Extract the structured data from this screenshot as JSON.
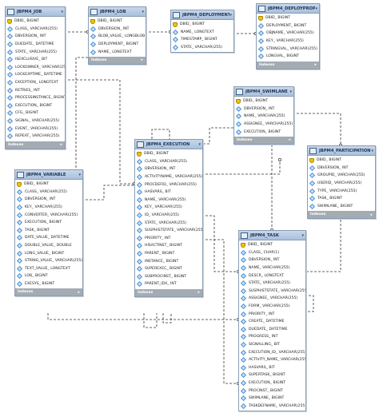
{
  "tables": [
    {
      "id": "job",
      "name": "JBPM4_JOB",
      "columns": [
        {
          "name": "DBID_ BIGINT",
          "kind": "pk"
        },
        {
          "name": "CLASS_ VARCHAR(255)",
          "kind": "attr"
        },
        {
          "name": "DBVERSION_ INT",
          "kind": "attr"
        },
        {
          "name": "DUEDATE_ DATETIME",
          "kind": "attr"
        },
        {
          "name": "STATE_ VARCHAR(255)",
          "kind": "attr"
        },
        {
          "name": "ISEXCLUSIVE_ BIT",
          "kind": "attr"
        },
        {
          "name": "LOCKOWNER_ VARCHAR(255)",
          "kind": "attr"
        },
        {
          "name": "LOCKEXPTIME_ DATETIME",
          "kind": "attr"
        },
        {
          "name": "EXCEPTION_ LONGTEXT",
          "kind": "attr"
        },
        {
          "name": "RETRIES_ INT",
          "kind": "attr"
        },
        {
          "name": "PROCESSINSTANCE_ BIGINT",
          "kind": "attr"
        },
        {
          "name": "EXECUTION_ BIGINT",
          "kind": "attr"
        },
        {
          "name": "CFG_ BIGINT",
          "kind": "attr"
        },
        {
          "name": "SIGNAL_ VARCHAR(255)",
          "kind": "attr"
        },
        {
          "name": "EVENT_ VARCHAR(255)",
          "kind": "attr"
        },
        {
          "name": "REPEAT_ VARCHAR(255)",
          "kind": "attr"
        }
      ],
      "footer": "Indexes"
    },
    {
      "id": "lob",
      "name": "JBPM4_LOB",
      "columns": [
        {
          "name": "DBID_ BIGINT",
          "kind": "pk"
        },
        {
          "name": "DBVERSION_ INT",
          "kind": "attr"
        },
        {
          "name": "BLOB_VALUE_ LONGBLOB",
          "kind": "attr"
        },
        {
          "name": "DEPLOYMENT_ BIGINT",
          "kind": "attr"
        },
        {
          "name": "NAME_ LONGTEXT",
          "kind": "attr"
        }
      ],
      "footer": "Indexes"
    },
    {
      "id": "deployment",
      "name": "JBPM4_DEPLOYMENT",
      "columns": [
        {
          "name": "DBID_ BIGINT",
          "kind": "pk"
        },
        {
          "name": "NAME_ LONGTEXT",
          "kind": "attr"
        },
        {
          "name": "TIMESTAMP_ BIGINT",
          "kind": "attr"
        },
        {
          "name": "STATE_ VARCHAR(255)",
          "kind": "attr"
        }
      ],
      "footer": ""
    },
    {
      "id": "deployprop",
      "name": "JBPM4_DEPLOYPROP",
      "columns": [
        {
          "name": "DBID_ BIGINT",
          "kind": "pk"
        },
        {
          "name": "DEPLOYMENT_ BIGINT",
          "kind": "attr"
        },
        {
          "name": "OBJNAME_ VARCHAR(255)",
          "kind": "attr"
        },
        {
          "name": "KEY_ VARCHAR(255)",
          "kind": "attr"
        },
        {
          "name": "STRINGVAL_ VARCHAR(255)",
          "kind": "attr"
        },
        {
          "name": "LONGVAL_ BIGINT",
          "kind": "attr"
        }
      ],
      "footer": "Indexes"
    },
    {
      "id": "swimlane",
      "name": "JBPM4_SWIMLANE",
      "columns": [
        {
          "name": "DBID_ BIGINT",
          "kind": "pk"
        },
        {
          "name": "DBVERSION_ INT",
          "kind": "attr"
        },
        {
          "name": "NAME_ VARCHAR(255)",
          "kind": "attr"
        },
        {
          "name": "ASSIGNEE_ VARCHAR(255)",
          "kind": "attr"
        },
        {
          "name": "EXECUTION_ BIGINT",
          "kind": "attr"
        }
      ],
      "footer": "Indexes"
    },
    {
      "id": "execution",
      "name": "JBPM4_EXECUTION",
      "columns": [
        {
          "name": "DBID_ BIGINT",
          "kind": "pk"
        },
        {
          "name": "CLASS_ VARCHAR(255)",
          "kind": "attr"
        },
        {
          "name": "DBVERSION_ INT",
          "kind": "attr"
        },
        {
          "name": "ACTIVITYNAME_ VARCHAR(255)",
          "kind": "attr"
        },
        {
          "name": "PROCDEFID_ VARCHAR(255)",
          "kind": "attr"
        },
        {
          "name": "HASVARS_ BIT",
          "kind": "attr"
        },
        {
          "name": "NAME_ VARCHAR(255)",
          "kind": "attr"
        },
        {
          "name": "KEY_ VARCHAR(255)",
          "kind": "attr"
        },
        {
          "name": "ID_ VARCHAR(255)",
          "kind": "attr"
        },
        {
          "name": "STATE_ VARCHAR(255)",
          "kind": "attr"
        },
        {
          "name": "SUSPHISTSTATE_ VARCHAR(255)",
          "kind": "attr"
        },
        {
          "name": "PRIORITY_ INT",
          "kind": "attr"
        },
        {
          "name": "HISACTINST_ BIGINT",
          "kind": "attr"
        },
        {
          "name": "PARENT_ BIGINT",
          "kind": "attr"
        },
        {
          "name": "INSTANCE_ BIGINT",
          "kind": "attr"
        },
        {
          "name": "SUPEREXEC_ BIGINT",
          "kind": "attr"
        },
        {
          "name": "SUBPROCINST_ BIGINT",
          "kind": "attr"
        },
        {
          "name": "PARENT_IDX_ INT",
          "kind": "attr"
        }
      ],
      "footer": "Indexes"
    },
    {
      "id": "participation",
      "name": "JBPM4_PARTICIPATION",
      "columns": [
        {
          "name": "DBID_ BIGINT",
          "kind": "pk"
        },
        {
          "name": "DBVERSION_ INT",
          "kind": "attr"
        },
        {
          "name": "GROUPID_ VARCHAR(255)",
          "kind": "attr"
        },
        {
          "name": "USERID_ VARCHAR(255)",
          "kind": "attr"
        },
        {
          "name": "TYPE_ VARCHAR(255)",
          "kind": "attr"
        },
        {
          "name": "TASK_ BIGINT",
          "kind": "attr"
        },
        {
          "name": "SWIMLANE_ BIGINT",
          "kind": "attr"
        }
      ],
      "footer": "Indexes"
    },
    {
      "id": "variable",
      "name": "JBPM4_VARIABLE",
      "columns": [
        {
          "name": "DBID_ BIGINT",
          "kind": "pk"
        },
        {
          "name": "CLASS_ VARCHAR(255)",
          "kind": "attr"
        },
        {
          "name": "DBVERSION_ INT",
          "kind": "attr"
        },
        {
          "name": "KEY_ VARCHAR(255)",
          "kind": "attr"
        },
        {
          "name": "CONVERTER_ VARCHAR(255)",
          "kind": "attr"
        },
        {
          "name": "EXECUTION_ BIGINT",
          "kind": "attr"
        },
        {
          "name": "TASK_ BIGINT",
          "kind": "attr"
        },
        {
          "name": "DATE_VALUE_ DATETIME",
          "kind": "attr"
        },
        {
          "name": "DOUBLE_VALUE_ DOUBLE",
          "kind": "attr"
        },
        {
          "name": "LONG_VALUE_ BIGINT",
          "kind": "attr"
        },
        {
          "name": "STRING_VALUE_ VARCHAR(255)",
          "kind": "attr"
        },
        {
          "name": "TEXT_VALUE_ LONGTEXT",
          "kind": "attr"
        },
        {
          "name": "LOB_ BIGINT",
          "kind": "attr"
        },
        {
          "name": "EXESYS_ BIGINT",
          "kind": "attr"
        }
      ],
      "footer": "Indexes"
    },
    {
      "id": "task",
      "name": "JBPM4_TASK",
      "columns": [
        {
          "name": "DBID_ BIGINT",
          "kind": "pk"
        },
        {
          "name": "CLASS_ CHAR(1)",
          "kind": "attr"
        },
        {
          "name": "DBVERSION_ INT",
          "kind": "attr"
        },
        {
          "name": "NAME_ VARCHAR(255)",
          "kind": "attr"
        },
        {
          "name": "DESCR_ LONGTEXT",
          "kind": "attr"
        },
        {
          "name": "STATE_ VARCHAR(255)",
          "kind": "attr"
        },
        {
          "name": "SUSPHISTSTATE_ VARCHAR(255)",
          "kind": "attr"
        },
        {
          "name": "ASSIGNEE_ VARCHAR(255)",
          "kind": "attr"
        },
        {
          "name": "FORM_ VARCHAR(255)",
          "kind": "attr"
        },
        {
          "name": "PRIORITY_ INT",
          "kind": "attr"
        },
        {
          "name": "CREATE_ DATETIME",
          "kind": "attr"
        },
        {
          "name": "DUEDATE_ DATETIME",
          "kind": "attr"
        },
        {
          "name": "PROGRESS_ INT",
          "kind": "attr"
        },
        {
          "name": "SIGNALLING_ BIT",
          "kind": "attr"
        },
        {
          "name": "EXECUTION_ID_ VARCHAR(255)",
          "kind": "attr"
        },
        {
          "name": "ACTIVITY_NAME_ VARCHAR(255)",
          "kind": "attr"
        },
        {
          "name": "HASVARS_ BIT",
          "kind": "attr"
        },
        {
          "name": "SUPERTASK_ BIGINT",
          "kind": "attr"
        },
        {
          "name": "EXECUTION_ BIGINT",
          "kind": "attr"
        },
        {
          "name": "PROCINST_ BIGINT",
          "kind": "attr"
        },
        {
          "name": "SWIMLANE_ BIGINT",
          "kind": "attr"
        },
        {
          "name": "TASKDEFNAME_ VARCHAR(255)",
          "kind": "attr"
        }
      ],
      "footer": ""
    }
  ],
  "colors": {
    "header": "#b4c8e2",
    "border": "#8a9db3",
    "footer": "#a4abb3",
    "pk": "#f2c400",
    "attr": "#4a8fd6",
    "link": "#333333"
  }
}
